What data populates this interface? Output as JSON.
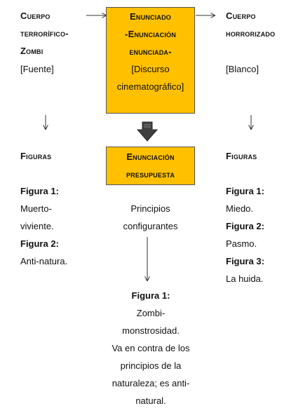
{
  "left_top": {
    "lines": [
      "Cuerpo",
      "terrorífico-",
      "Zombi"
    ],
    "tag": "[Fuente]"
  },
  "center_top": {
    "lines": [
      "Enunciado",
      "-Enunciación",
      "enunciada-"
    ],
    "tag_lines": [
      "[Discurso",
      "cinematográfico]"
    ]
  },
  "right_top": {
    "lines": [
      "Cuerpo",
      "horrorizado"
    ],
    "tag": "[Blanco]"
  },
  "left_figures": {
    "heading": "Figuras",
    "items": [
      {
        "label": "Figura 1:",
        "text_lines": [
          "Muerto-",
          "viviente."
        ]
      },
      {
        "label": "Figura 2:",
        "text_lines": [
          "Anti-natura."
        ]
      }
    ]
  },
  "center_mid": {
    "box_lines": [
      "Enunciación",
      "presupuesta"
    ],
    "text_lines": [
      "Principios",
      "configurantes"
    ]
  },
  "right_figures": {
    "heading": "Figuras",
    "items": [
      {
        "label": "Figura 1:",
        "text_lines": [
          "Miedo."
        ]
      },
      {
        "label": "Figura 2:",
        "text_lines": [
          "Pasmo."
        ]
      },
      {
        "label": "Figura 3:",
        "text_lines": [
          "La huida."
        ]
      }
    ]
  },
  "bottom": {
    "label": "Figura 1:",
    "text_lines": [
      "Zombi-",
      "monstrosidad.",
      "Va en contra de los",
      "principios de la",
      "naturaleza; es anti-",
      "natural."
    ]
  },
  "colors": {
    "box_fill": "#ffc000",
    "block_arrow": "#404040"
  }
}
